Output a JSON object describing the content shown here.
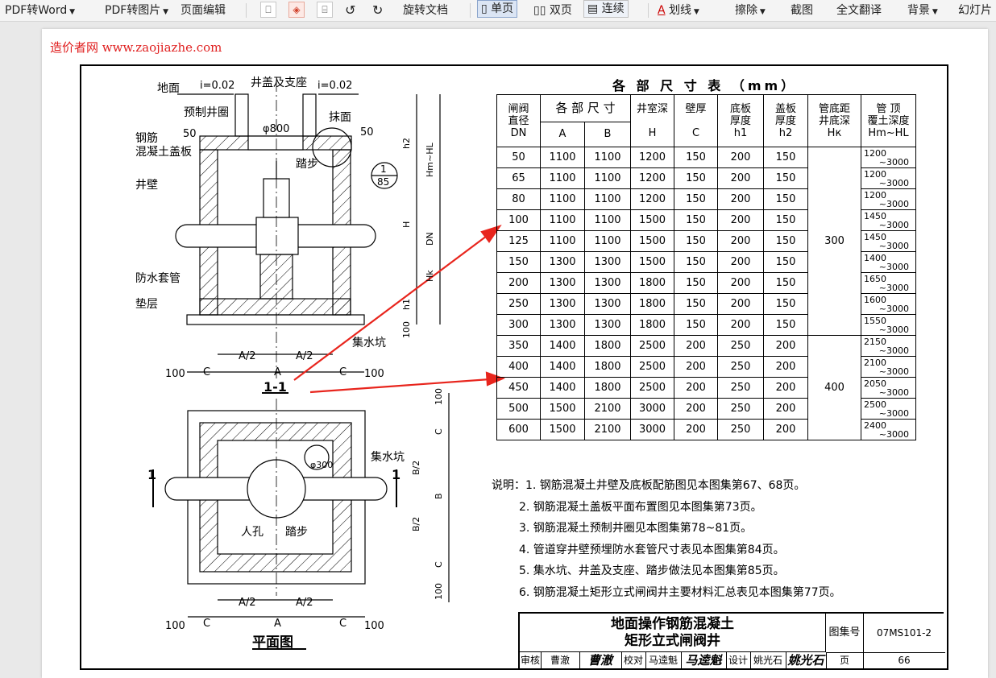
{
  "toolbar": {
    "pdf_to_word": "PDF转Word",
    "pdf_to_image": "PDF转图片",
    "page_edit": "页面编辑",
    "rotate_doc": "旋转文档",
    "single_page": "单页",
    "double_page": "双页",
    "continuous": "连续",
    "underline": "划线",
    "erase": "擦除",
    "screenshot": "截图",
    "translate": "全文翻译",
    "background": "背景",
    "slideshow": "幻灯片"
  },
  "watermark": "造价者网 www.zaojiazhe.com",
  "drawing": {
    "labels": {
      "ground": "地面",
      "slope": "i=0.02",
      "cover_seat": "井盖及支座",
      "precast_ring": "预制井圈",
      "plaster": "抹面",
      "rc_cover_line1": "钢筋",
      "rc_cover_line2": "混凝土盖板",
      "well_wall": "井壁",
      "steps": "踏步",
      "sleeve": "防水套管",
      "cushion": "垫层",
      "sump": "集水坑",
      "manhole": "人孔",
      "dia800": "φ800",
      "dia300": "φ300",
      "section_title": "1-1",
      "plan_title": "平面图",
      "detail_num": "1",
      "detail_page": "85",
      "section_mark": "1",
      "dim_50": "50",
      "dim_100": "100",
      "A": "A",
      "A2": "A/2",
      "B": "B",
      "B2": "B/2",
      "C": "C",
      "H": "H",
      "DN": "DN",
      "h2": "h2",
      "h1": "h1",
      "Hk": "Hk",
      "Hm_HL": "Hm~HL"
    }
  },
  "table": {
    "title": "各 部 尺 寸 表 （mm）",
    "headers": {
      "dn": [
        "闸阀",
        "直径",
        "DN"
      ],
      "sizes": "各 部 尺 寸",
      "A": "A",
      "B": "B",
      "H": [
        "井室深",
        "H"
      ],
      "C": [
        "壁厚",
        "C"
      ],
      "h1": [
        "底板",
        "厚度",
        "h1"
      ],
      "h2": [
        "盖板",
        "厚度",
        "h2"
      ],
      "Hk": [
        "管底距",
        "井底深",
        "Hк"
      ],
      "hm": [
        "管 顶",
        "覆土深度",
        "Hm~HL"
      ]
    },
    "rows": [
      {
        "dn": "50",
        "a": "1100",
        "b": "1100",
        "h": "1200",
        "c": "150",
        "h1": "200",
        "h2": "150",
        "hm1": "1200",
        "hm2": "~3000"
      },
      {
        "dn": "65",
        "a": "1100",
        "b": "1100",
        "h": "1200",
        "c": "150",
        "h1": "200",
        "h2": "150",
        "hm1": "1200",
        "hm2": "~3000"
      },
      {
        "dn": "80",
        "a": "1100",
        "b": "1100",
        "h": "1200",
        "c": "150",
        "h1": "200",
        "h2": "150",
        "hm1": "1200",
        "hm2": "~3000"
      },
      {
        "dn": "100",
        "a": "1100",
        "b": "1100",
        "h": "1500",
        "c": "150",
        "h1": "200",
        "h2": "150",
        "hm1": "1450",
        "hm2": "~3000"
      },
      {
        "dn": "125",
        "a": "1100",
        "b": "1100",
        "h": "1500",
        "c": "150",
        "h1": "200",
        "h2": "150",
        "hm1": "1450",
        "hm2": "~3000"
      },
      {
        "dn": "150",
        "a": "1300",
        "b": "1300",
        "h": "1500",
        "c": "150",
        "h1": "200",
        "h2": "150",
        "hm1": "1400",
        "hm2": "~3000"
      },
      {
        "dn": "200",
        "a": "1300",
        "b": "1300",
        "h": "1800",
        "c": "150",
        "h1": "200",
        "h2": "150",
        "hm1": "1650",
        "hm2": "~3000"
      },
      {
        "dn": "250",
        "a": "1300",
        "b": "1300",
        "h": "1800",
        "c": "150",
        "h1": "200",
        "h2": "150",
        "hm1": "1600",
        "hm2": "~3000"
      },
      {
        "dn": "300",
        "a": "1300",
        "b": "1300",
        "h": "1800",
        "c": "150",
        "h1": "200",
        "h2": "150",
        "hm1": "1550",
        "hm2": "~3000"
      },
      {
        "dn": "350",
        "a": "1400",
        "b": "1800",
        "h": "2500",
        "c": "200",
        "h1": "250",
        "h2": "200",
        "hm1": "2150",
        "hm2": "~3000"
      },
      {
        "dn": "400",
        "a": "1400",
        "b": "1800",
        "h": "2500",
        "c": "200",
        "h1": "250",
        "h2": "200",
        "hm1": "2100",
        "hm2": "~3000"
      },
      {
        "dn": "450",
        "a": "1400",
        "b": "1800",
        "h": "2500",
        "c": "200",
        "h1": "250",
        "h2": "200",
        "hm1": "2050",
        "hm2": "~3000"
      },
      {
        "dn": "500",
        "a": "1500",
        "b": "2100",
        "h": "3000",
        "c": "200",
        "h1": "250",
        "h2": "200",
        "hm1": "2500",
        "hm2": "~3000"
      },
      {
        "dn": "600",
        "a": "1500",
        "b": "2100",
        "h": "3000",
        "c": "200",
        "h1": "250",
        "h2": "200",
        "hm1": "2400",
        "hm2": "~3000"
      }
    ],
    "hk_group1": "300",
    "hk_group2": "400"
  },
  "notes": {
    "prefix": "说明：",
    "items": [
      "1. 钢筋混凝土井壁及底板配筋图见本图集第67、68页。",
      "2. 钢筋混凝土盖板平面布置图见本图集第73页。",
      "3. 钢筋混凝土预制井圈见本图集第78~81页。",
      "4. 管道穿井壁预埋防水套管尺寸表见本图集第84页。",
      "5. 集水坑、井盖及支座、踏步做法见本图集第85页。",
      "6. 钢筋混凝土矩形立式闸阀井主要材料汇总表见本图集第77页。"
    ]
  },
  "title_block": {
    "title_line1": "地面操作钢筋混凝土",
    "title_line2": "矩形立式闸阀井",
    "atlas_label": "图集号",
    "atlas_no": "07MS101-2",
    "review_label": "审核",
    "review_name": "曹澈",
    "review_sig": "曹澈",
    "check_label": "校对",
    "check_name": "马逵魁",
    "check_sig": "马逵魁",
    "design_label": "设计",
    "design_name": "姚光石",
    "design_sig": "姚光石",
    "page_label": "页",
    "page_no": "66"
  },
  "colors": {
    "watermark": "#e02020",
    "arrow": "#e8251d",
    "toolbar_active": "#dbe5f4"
  }
}
